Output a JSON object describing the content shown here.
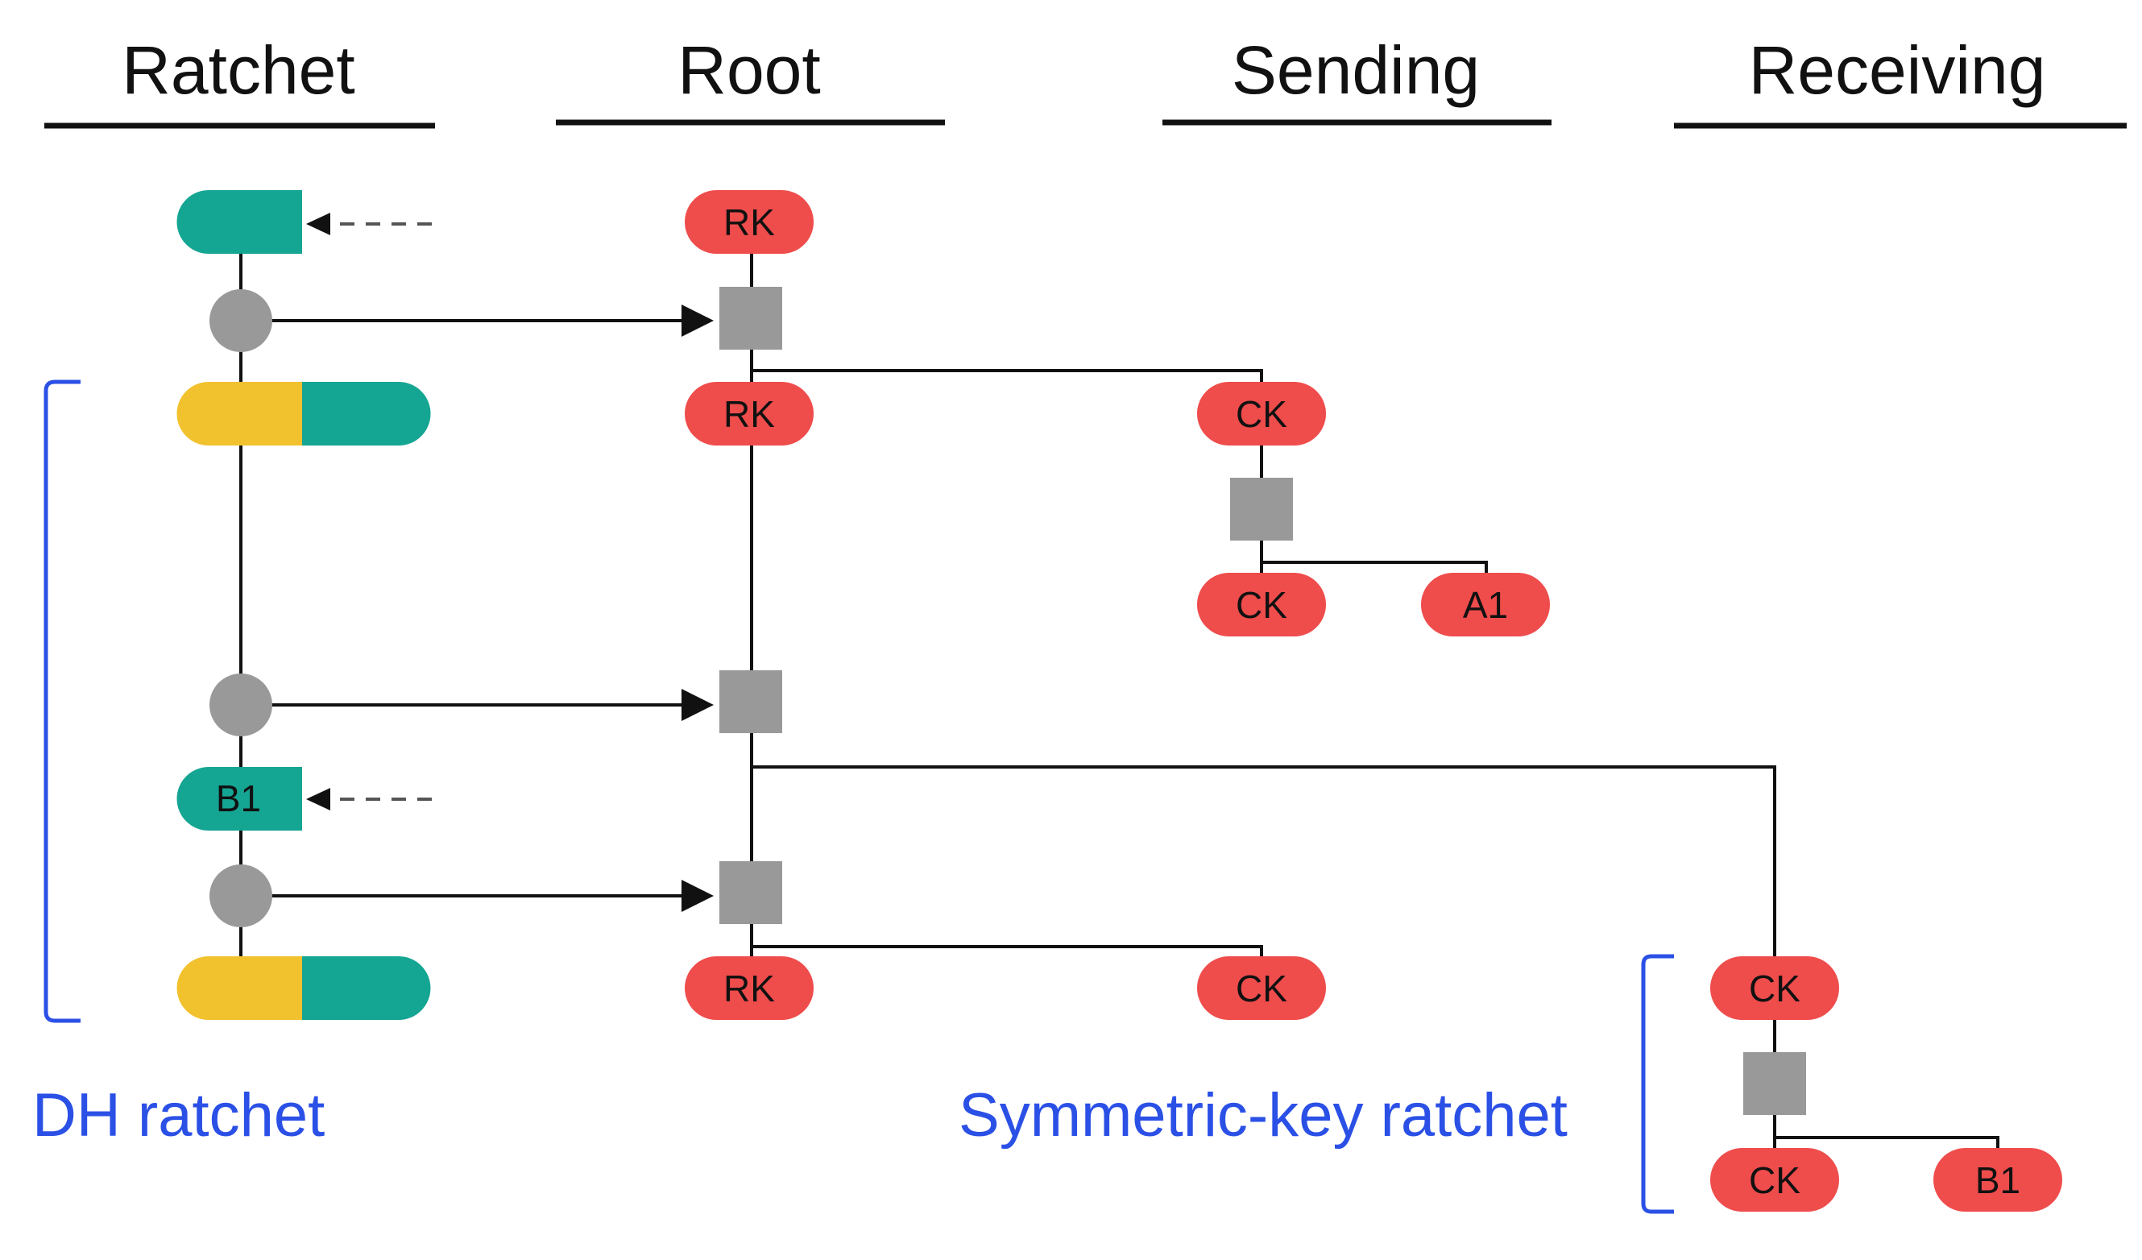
{
  "columns": {
    "ratchet": "Ratchet",
    "root": "Root",
    "sending": "Sending",
    "receiving": "Receiving"
  },
  "labels": {
    "rk_1": "RK",
    "rk_2": "RK",
    "rk_3": "RK",
    "ck_send_1": "CK",
    "ck_send_2": "CK",
    "ck_send_3": "CK",
    "a1": "A1",
    "b1_ratchet": "B1",
    "ck_recv_1": "CK",
    "ck_recv_2": "CK",
    "b1_recv": "B1"
  },
  "captions": {
    "dh": "DH ratchet",
    "symmetric": "Symmetric-key ratchet"
  },
  "colors": {
    "teal": "#15a593",
    "yellow": "#f2c12e",
    "red": "#ef4c4c",
    "gray": "#999999",
    "blue": "#2b50e6",
    "line": "#111111"
  }
}
